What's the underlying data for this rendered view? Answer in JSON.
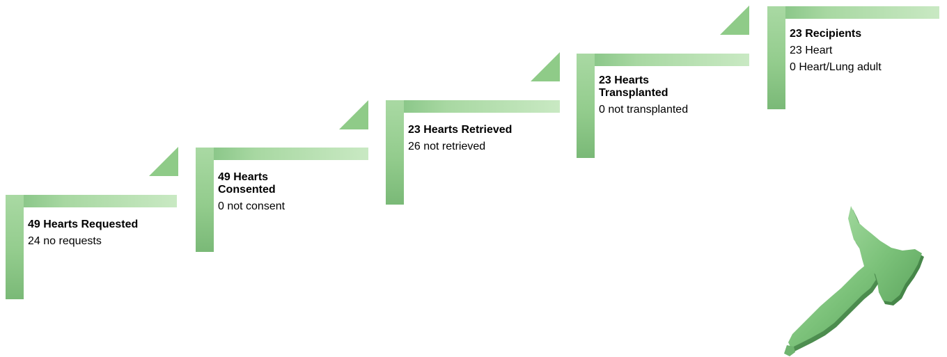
{
  "steps": [
    {
      "title": "49 Hearts Requested",
      "lines": [
        "24 no requests"
      ]
    },
    {
      "title": "49 Hearts Consented",
      "lines": [
        "0 not consent"
      ]
    },
    {
      "title": "23 Hearts Retrieved",
      "lines": [
        "26 not retrieved"
      ]
    },
    {
      "title": "23 Hearts Transplanted",
      "lines": [
        "0 not transplanted"
      ]
    },
    {
      "title": "23 Recipients",
      "lines": [
        "23 Heart",
        "0 Heart/Lung adult"
      ]
    }
  ],
  "colors": {
    "bar_dark": "#7fc07f",
    "bar_light": "#c9e9c3",
    "triangle": "#8fcb88",
    "map_fill": "#73b874"
  },
  "map": {
    "icon": "new-zealand-map-icon"
  }
}
